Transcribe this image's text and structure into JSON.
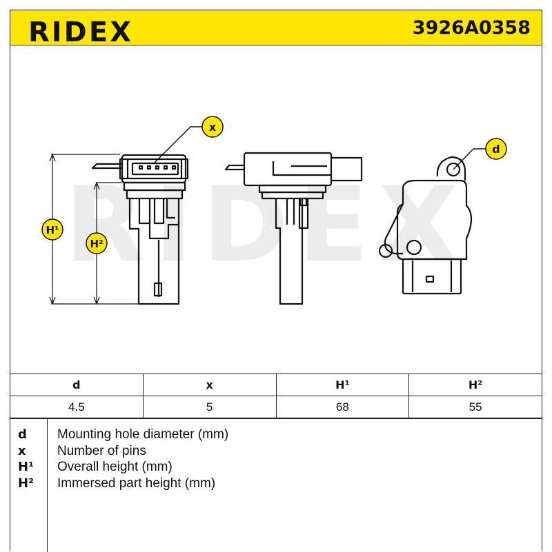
{
  "header": {
    "brand": "RIDEX",
    "part_number": "3926A0358"
  },
  "drawing": {
    "watermark": "RIDEX",
    "labels": {
      "x": "x",
      "d": "d",
      "h1": "H¹",
      "h2": "H²"
    }
  },
  "specs": {
    "columns": [
      "d",
      "x",
      "H¹",
      "H²"
    ],
    "values": [
      "4.5",
      "5",
      "68",
      "55"
    ]
  },
  "legend": [
    {
      "key": "d",
      "text": "Mounting hole diameter (mm)"
    },
    {
      "key": "x",
      "text": "Number of pins"
    },
    {
      "key": "H¹",
      "text": "Overall height (mm)"
    },
    {
      "key": "H²",
      "text": "Immersed part height (mm)"
    }
  ],
  "colors": {
    "brand_yellow": "#ffe600",
    "callout_yellow": "#ffe600",
    "watermark_gray": "#ececec"
  }
}
